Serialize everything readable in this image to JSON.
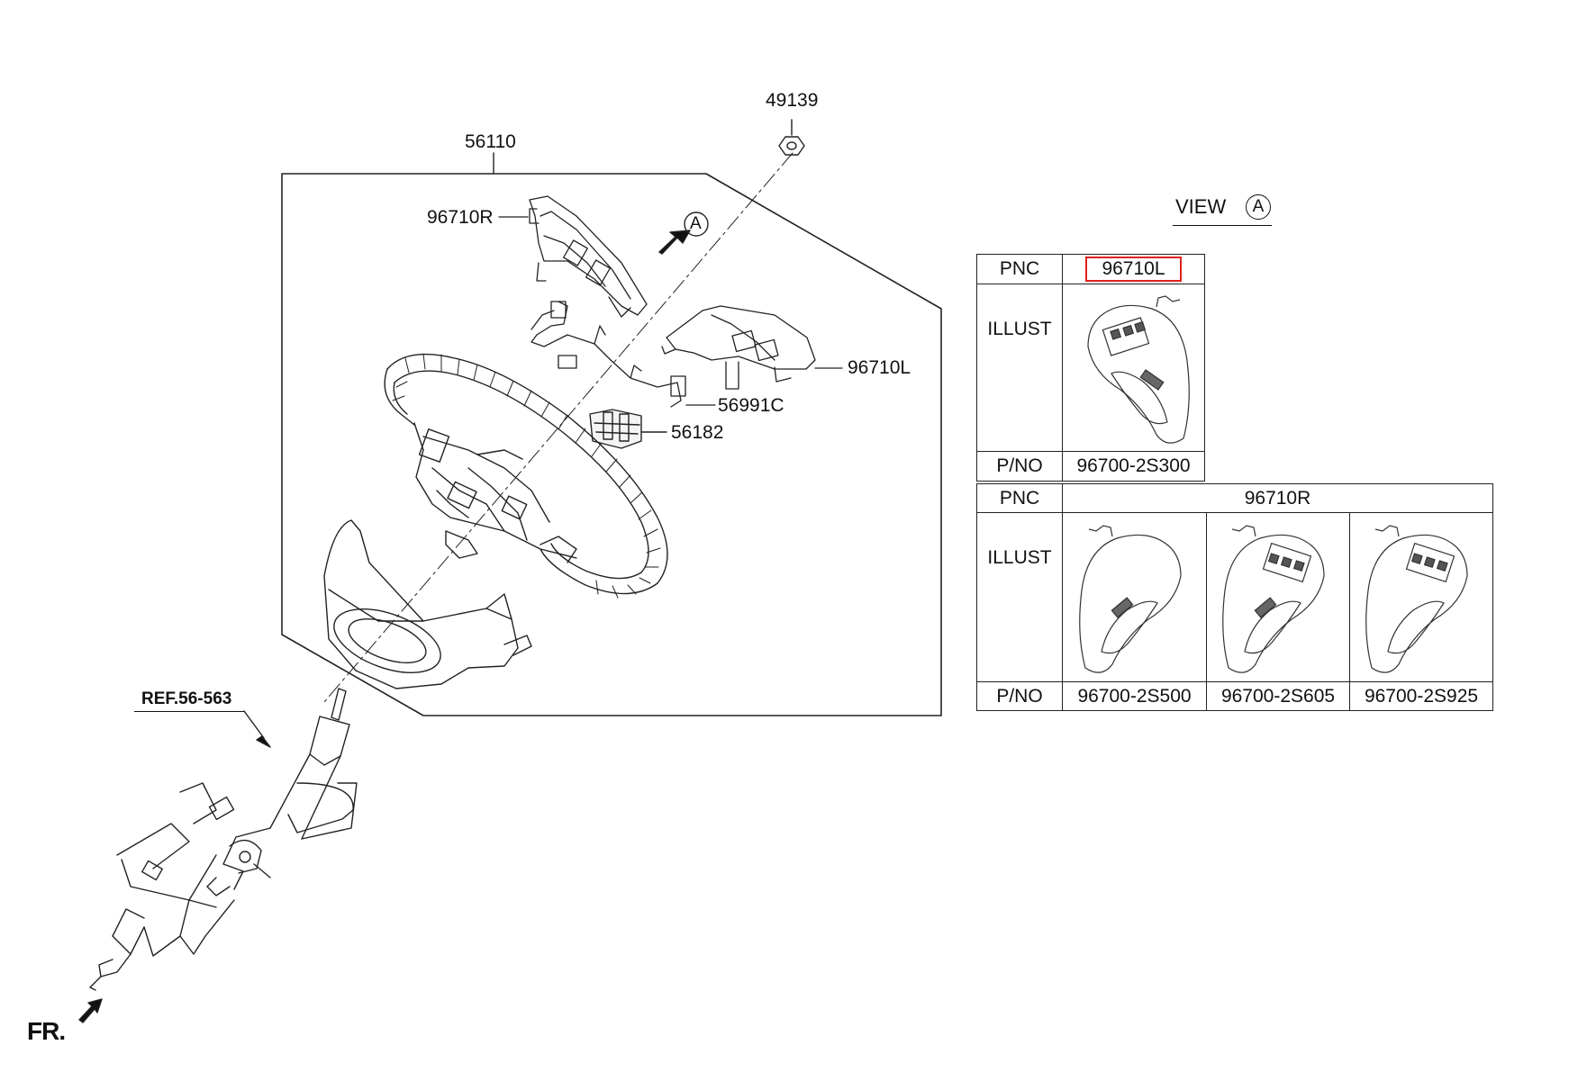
{
  "callouts": {
    "p49139": "49139",
    "p56110": "56110",
    "p96710R": "96710R",
    "p96710L": "96710L",
    "p56991C": "56991C",
    "p56182": "56182",
    "ref": "REF.56-563",
    "arrow_a": "A",
    "fr": "FR."
  },
  "view": {
    "title": "VIEW",
    "marker": "A"
  },
  "table_left": {
    "pnc_label": "PNC",
    "pnc_value": "96710L",
    "illust_label": "ILLUST",
    "pno_label": "P/NO",
    "pno_value": "96700-2S300",
    "highlight_color": "#e0201b"
  },
  "table_right": {
    "pnc_label": "PNC",
    "pnc_value": "96710R",
    "illust_label": "ILLUST",
    "pno_label": "P/NO",
    "pno_values": [
      "96700-2S500",
      "96700-2S605",
      "96700-2S925"
    ]
  }
}
